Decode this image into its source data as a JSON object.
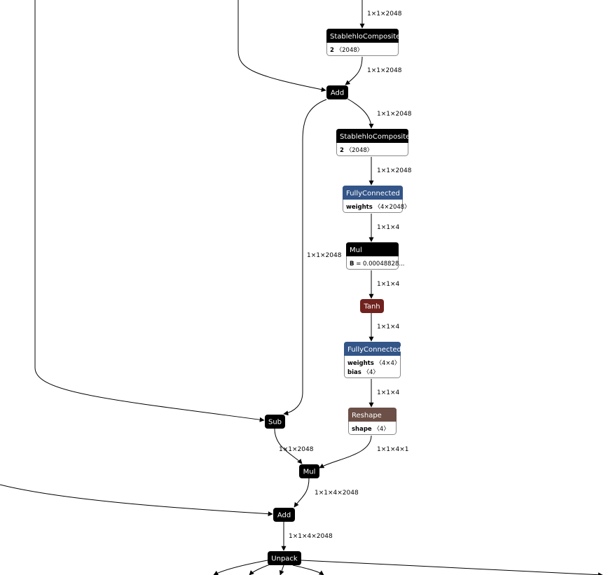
{
  "colors": {
    "default": "#000000",
    "layer": "#335588",
    "activation": "#70221e",
    "shape": "#6c4f47",
    "edge": "#000000",
    "background": "#ffffff"
  },
  "graph": {
    "nodes": [
      {
        "id": "composite-1",
        "title": "StablehloComposite",
        "category": "default",
        "attributes": [
          {
            "key": "2",
            "value": "〈2048〉"
          }
        ]
      },
      {
        "id": "add-1",
        "title": "Add",
        "category": "default",
        "attributes": []
      },
      {
        "id": "composite-2",
        "title": "StablehloComposite",
        "category": "default",
        "attributes": [
          {
            "key": "2",
            "value": "〈2048〉"
          }
        ]
      },
      {
        "id": "fc-1",
        "title": "FullyConnected",
        "category": "layer",
        "attributes": [
          {
            "key": "weights",
            "value": "〈4×2048〉"
          }
        ]
      },
      {
        "id": "mul-1",
        "title": "Mul",
        "category": "default",
        "attributes": [
          {
            "key": "B",
            "value": "= 0.00048828..."
          }
        ]
      },
      {
        "id": "tanh-1",
        "title": "Tanh",
        "category": "activation",
        "attributes": []
      },
      {
        "id": "fc-2",
        "title": "FullyConnected",
        "category": "layer",
        "attributes": [
          {
            "key": "weights",
            "value": "〈4×4〉"
          },
          {
            "key": "bias",
            "value": "〈4〉"
          }
        ]
      },
      {
        "id": "reshape-1",
        "title": "Reshape",
        "category": "shape",
        "attributes": [
          {
            "key": "shape",
            "value": "〈4〉"
          }
        ]
      },
      {
        "id": "sub-1",
        "title": "Sub",
        "category": "default",
        "attributes": []
      },
      {
        "id": "mul-2",
        "title": "Mul",
        "category": "default",
        "attributes": []
      },
      {
        "id": "add-2",
        "title": "Add",
        "category": "default",
        "attributes": []
      },
      {
        "id": "unpack-1",
        "title": "Unpack",
        "category": "default",
        "attributes": []
      }
    ],
    "edges": [
      {
        "id": "e-in-composite1",
        "label": "1×1×2048"
      },
      {
        "id": "e-composite1-add1",
        "label": "1×1×2048"
      },
      {
        "id": "e-left-add1",
        "label": ""
      },
      {
        "id": "e-add1-composite2",
        "label": "1×1×2048"
      },
      {
        "id": "e-composite2-fc1",
        "label": "1×1×2048"
      },
      {
        "id": "e-fc1-mul1",
        "label": "1×1×4"
      },
      {
        "id": "e-mul1-tanh1",
        "label": "1×1×4"
      },
      {
        "id": "e-tanh1-fc2",
        "label": "1×1×4"
      },
      {
        "id": "e-fc2-reshape1",
        "label": "1×1×4"
      },
      {
        "id": "e-add1-sub1",
        "label": "1×1×2048"
      },
      {
        "id": "e-left-sub1",
        "label": ""
      },
      {
        "id": "e-sub1-mul2",
        "label": "1×1×2048"
      },
      {
        "id": "e-reshape1-mul2",
        "label": "1×1×4×1"
      },
      {
        "id": "e-mul2-add2",
        "label": "1×1×4×2048"
      },
      {
        "id": "e-left-add2",
        "label": ""
      },
      {
        "id": "e-add2-unpack1",
        "label": "1×1×4×2048"
      },
      {
        "id": "e-unpack1-out1",
        "label": ""
      },
      {
        "id": "e-unpack1-out2",
        "label": ""
      },
      {
        "id": "e-unpack1-out3",
        "label": ""
      },
      {
        "id": "e-unpack1-out4",
        "label": ""
      },
      {
        "id": "e-unpack1-out5",
        "label": ""
      }
    ]
  }
}
